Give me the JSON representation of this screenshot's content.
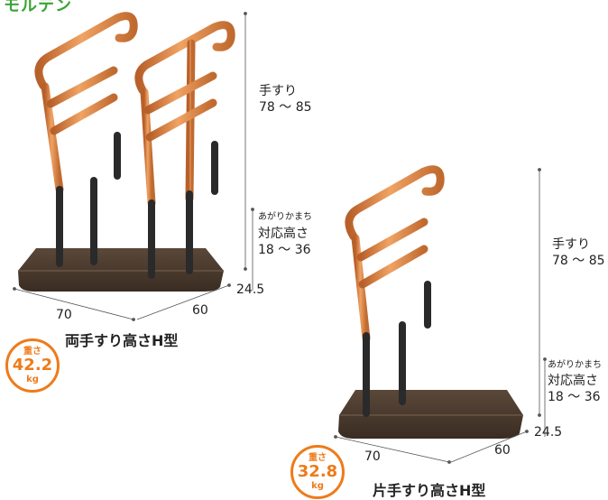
{
  "brand": "モルテン",
  "products": [
    {
      "name": "両手すり高さH型",
      "weight_label": "重さ",
      "weight_value": "42.2",
      "weight_unit": "kg",
      "handrail_label": "手すり",
      "handrail_range": "78 ～ 85",
      "step_label_small": "あがりかまち",
      "step_label": "対応高さ",
      "step_range": "18 ～ 36",
      "base_height": "24.5",
      "width": "70",
      "depth": "60"
    },
    {
      "name": "片手すり高さH型",
      "weight_label": "重さ",
      "weight_value": "32.8",
      "weight_unit": "kg",
      "handrail_label": "手すり",
      "handrail_range": "78 ～ 85",
      "step_label_small": "あがりかまち",
      "step_label": "対応高さ",
      "step_range": "18 ～ 36",
      "base_height": "24.5",
      "width": "70",
      "depth": "60"
    }
  ],
  "colors": {
    "brand": "#3aa335",
    "badge": "#ee7b1a",
    "rail": "#d9833e",
    "post": "#2a2a2a",
    "base": "#4a3a30"
  }
}
